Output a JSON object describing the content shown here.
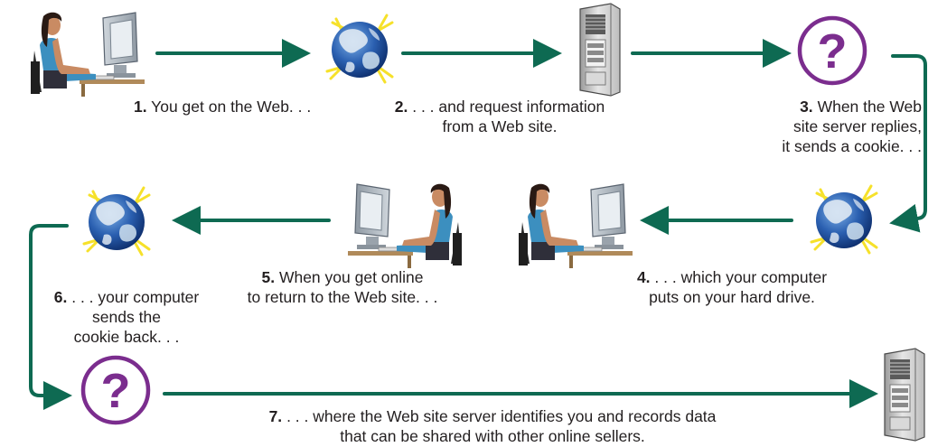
{
  "colors": {
    "arrow": "#0e6a52",
    "question": "#7b2d8e",
    "globe_ocean": "#2a5fb0",
    "globe_land": "#dfe9f3",
    "sparkle": "#f6e12a",
    "skin": "#c98b63",
    "hair": "#2a1a14",
    "shirt": "#3c8fbf"
  },
  "icons": {
    "user_computer": "woman-at-computer-icon",
    "globe": "globe-icon",
    "server": "server-tower-icon",
    "question": "question-mark-icon"
  },
  "steps": [
    {
      "num": "1.",
      "lines": [
        "You get on the Web. . ."
      ]
    },
    {
      "num": "2.",
      "lines": [
        ". . . and request information",
        "from a Web site."
      ]
    },
    {
      "num": "3.",
      "lines": [
        "When the Web",
        "site server replies,",
        "it sends a cookie. . ."
      ]
    },
    {
      "num": "4.",
      "lines": [
        ". . . which your computer",
        "puts on your hard drive."
      ]
    },
    {
      "num": "5.",
      "lines": [
        "When you get online",
        "to return to the Web site. . ."
      ]
    },
    {
      "num": "6.",
      "lines": [
        ". . . your computer",
        "sends the",
        "cookie back. . ."
      ]
    },
    {
      "num": "7.",
      "lines": [
        ". . . where the Web site server identifies you and records data",
        "that can be shared with other online sellers."
      ]
    }
  ]
}
